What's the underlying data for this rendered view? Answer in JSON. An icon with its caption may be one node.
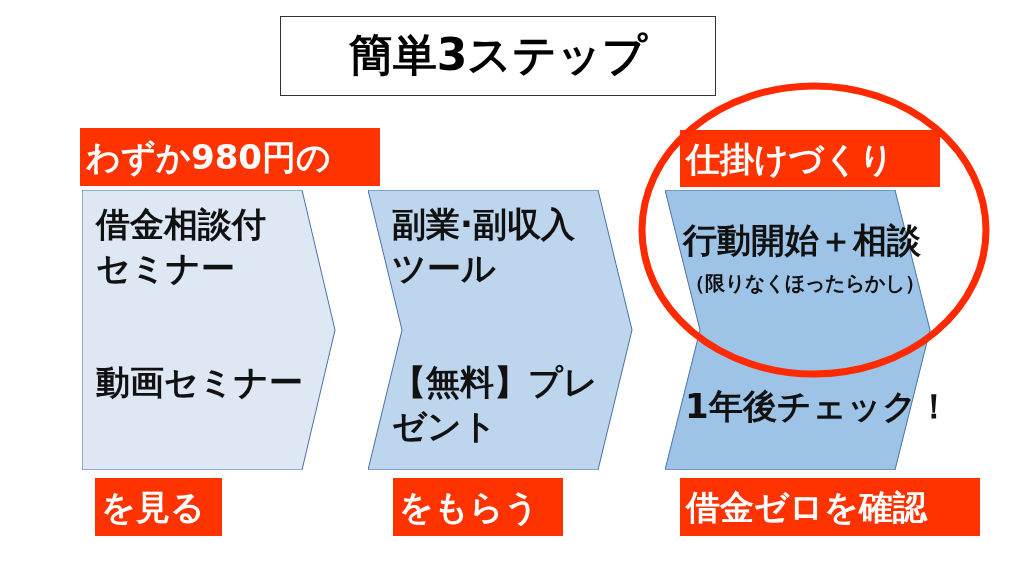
{
  "diagram": {
    "nodes": [
      {
        "text": [
          "簡単3ステップ"
        ]
      },
      {
        "text": [
          "わずか980円の"
        ]
      },
      {
        "text": [
          "借金相談付セミナー",
          "動画セミナー"
        ]
      },
      {
        "text": [
          "を見る"
        ]
      },
      {
        "text": [
          "副業·副収入ツール",
          "【無料】プレゼント"
        ]
      },
      {
        "text": [
          "をもらう"
        ]
      },
      {
        "text": [
          "仕掛けづくり"
        ]
      },
      {
        "text": [
          "行動開始＋相談",
          "（限りなくほったらかし）",
          "1年後チェック！"
        ]
      },
      {
        "text": [
          "借金ゼロを確認"
        ]
      }
    ]
  }
}
